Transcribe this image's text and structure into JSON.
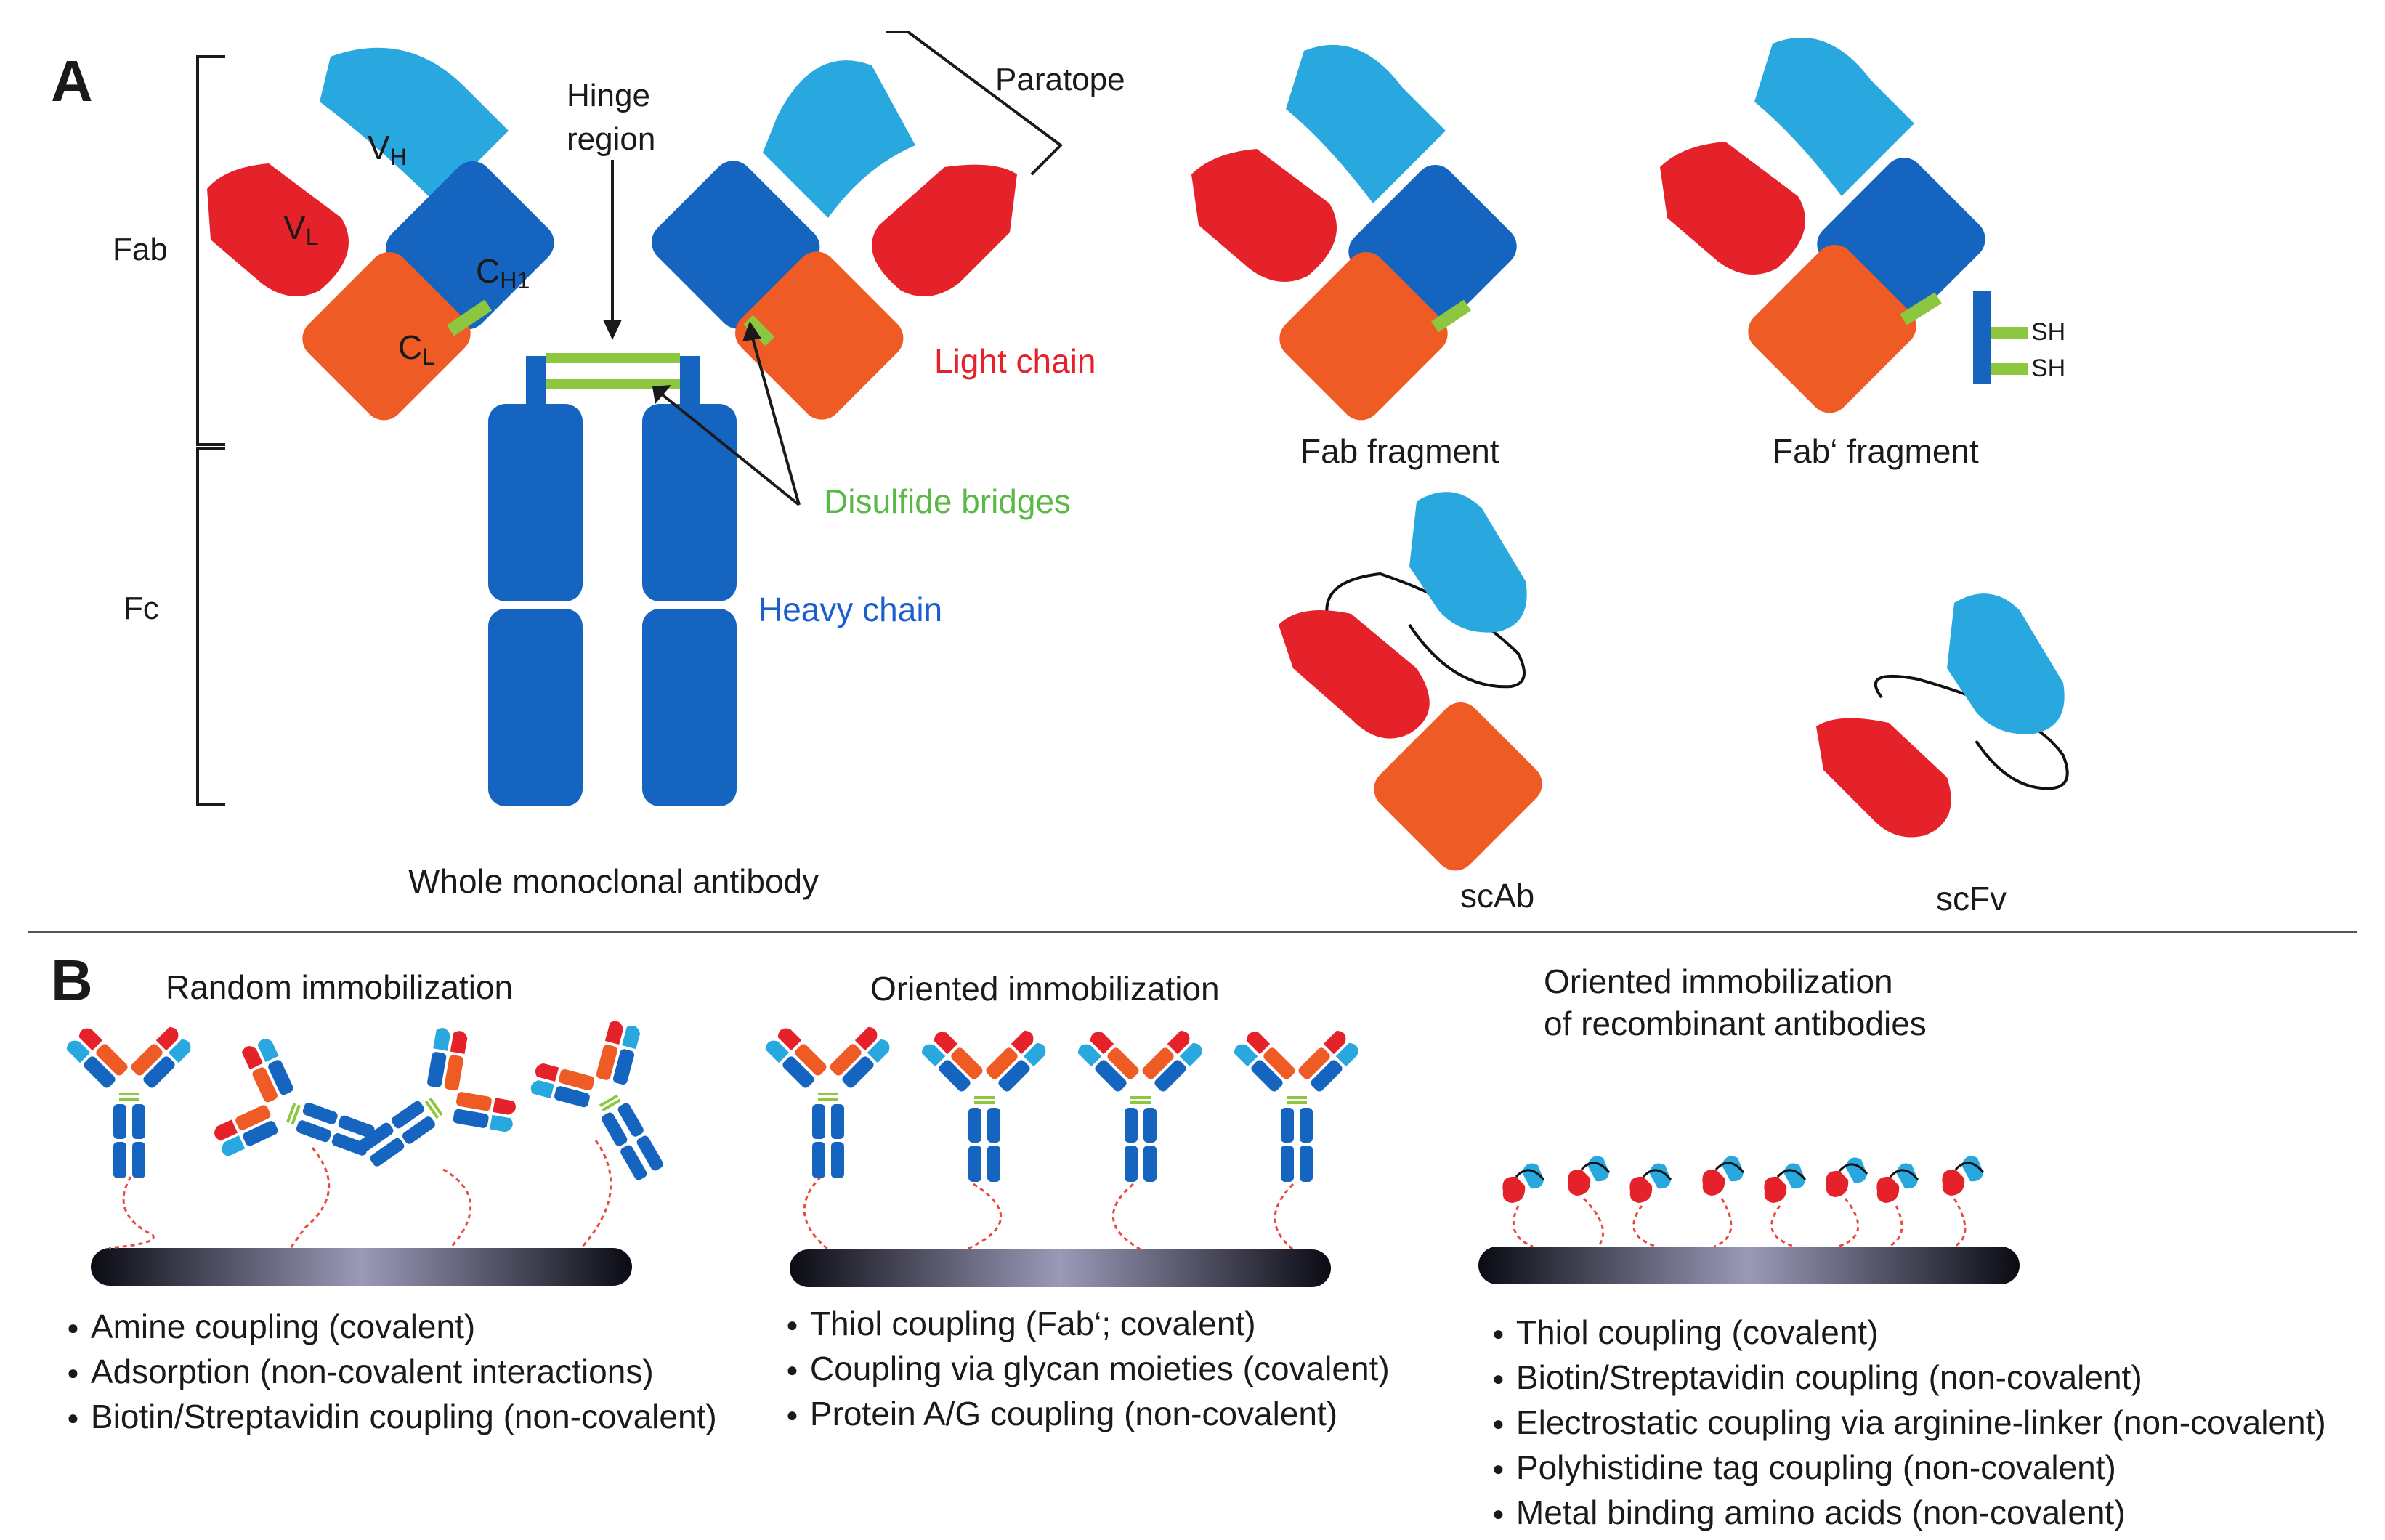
{
  "panel_a": {
    "letter": "A",
    "labels": {
      "vh_main": "V",
      "vh_sub": "H",
      "vl_main": "V",
      "vl_sub": "L",
      "ch1_main": "C",
      "ch1_sub": "H1",
      "cl_main": "C",
      "cl_sub": "L",
      "fab": "Fab",
      "fc": "Fc",
      "hinge_line1": "Hinge",
      "hinge_line2": "region",
      "paratope": "Paratope",
      "light_chain": "Light chain",
      "heavy_chain": "Heavy chain",
      "disulfide": "Disulfide bridges",
      "whole_antibody": "Whole monoclonal antibody",
      "fab_fragment": "Fab fragment",
      "fab_prime_fragment": "Fab‘ fragment",
      "sh1": "SH",
      "sh2": "SH",
      "scab": "scAb",
      "scfv": "scFv"
    }
  },
  "panel_b": {
    "letter": "B",
    "random": {
      "title": "Random immobilization",
      "methods": [
        "Amine coupling (covalent)",
        "Adsorption (non-covalent interactions)",
        "Biotin/Streptavidin coupling (non-covalent)"
      ]
    },
    "oriented": {
      "title": "Oriented immobilization",
      "methods": [
        "Thiol coupling (Fab‘; covalent)",
        "Coupling via glycan moieties (covalent)",
        "Protein  A/G coupling (non-covalent)"
      ]
    },
    "recombinant": {
      "title_line1": "Oriented immobilization",
      "title_line2": "of recombinant antibodies",
      "methods": [
        "Thiol coupling (covalent)",
        "Biotin/Streptavidin coupling (non-covalent)",
        "Electrostatic coupling via arginine-linker (non-covalent)",
        "Polyhistidine tag coupling (non-covalent)",
        "Metal binding amino acids (non-covalent)"
      ]
    }
  },
  "colors": {
    "heavy_chain": "#1565c0",
    "variable_heavy": "#29a8e0",
    "light_variable": "#e52229",
    "light_constant": "#ef5b25",
    "disulfide": "#8dc63f",
    "label_light_chain": "#e52229",
    "label_heavy_chain": "#1a5fd0",
    "label_disulfide": "#5ab946",
    "linker": "#e84a3c",
    "surface": "#1b1b2a"
  }
}
